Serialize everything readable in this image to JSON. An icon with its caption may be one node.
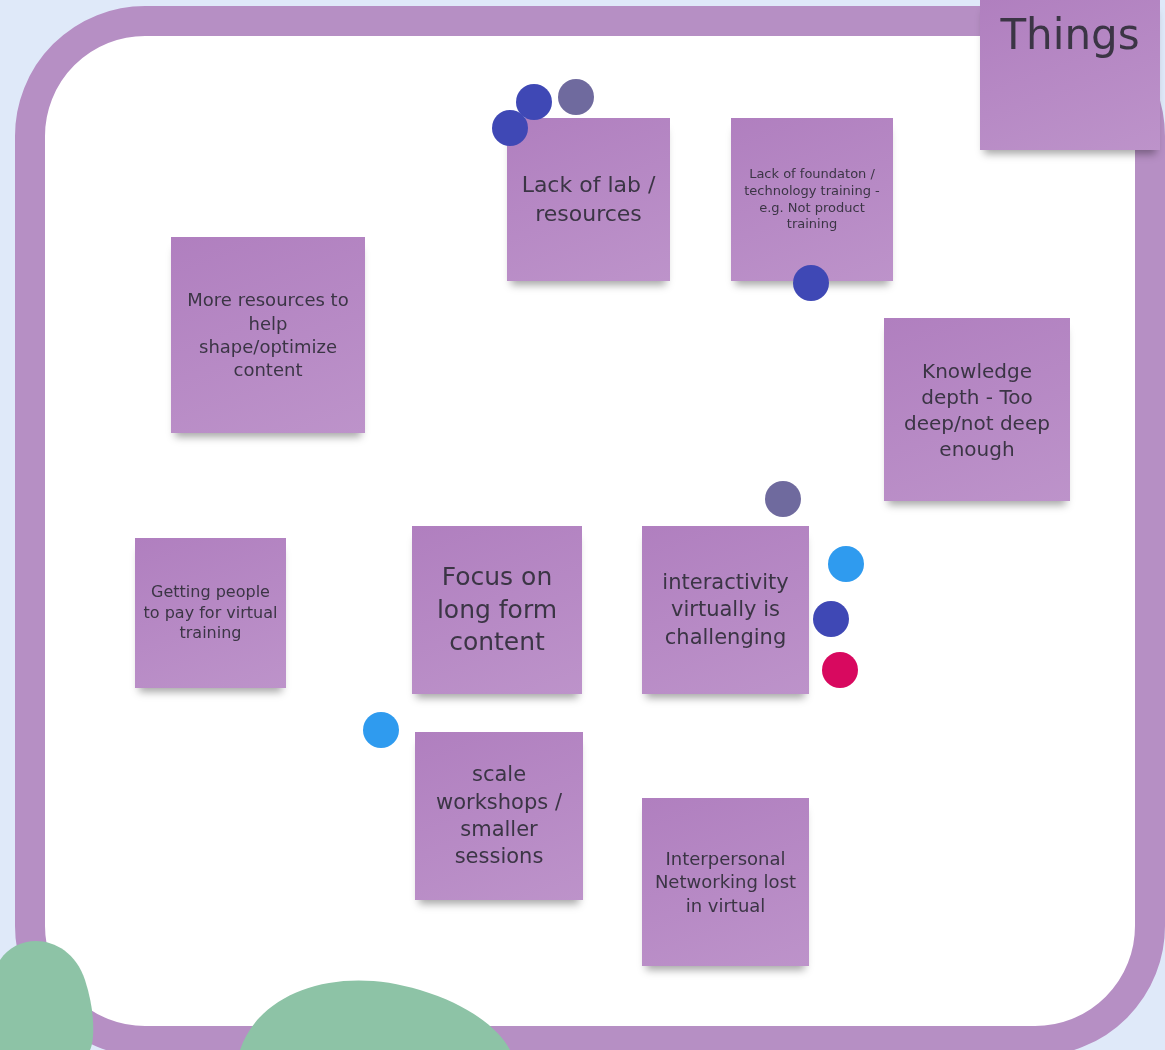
{
  "diagram": {
    "nodes": [
      {
        "text": [
          "Things"
        ]
      },
      {
        "text": [
          "Lack of lab / resources"
        ]
      },
      {
        "text": [
          "Lack of foundaton / technology training - e.g. Not product training"
        ]
      },
      {
        "text": [
          "More resources to help shape/optimize content"
        ]
      },
      {
        "text": [
          "Knowledge depth - Too deep/not deep enough"
        ]
      },
      {
        "text": [
          "Getting people to pay for virtual training"
        ]
      },
      {
        "text": [
          "Focus on long form content"
        ]
      },
      {
        "text": [
          "interactivity virtually is challenging"
        ]
      },
      {
        "text": [
          "scale workshops / smaller sessions"
        ]
      },
      {
        "text": [
          "Interpersonal Networking lost  in virtual"
        ]
      }
    ]
  }
}
